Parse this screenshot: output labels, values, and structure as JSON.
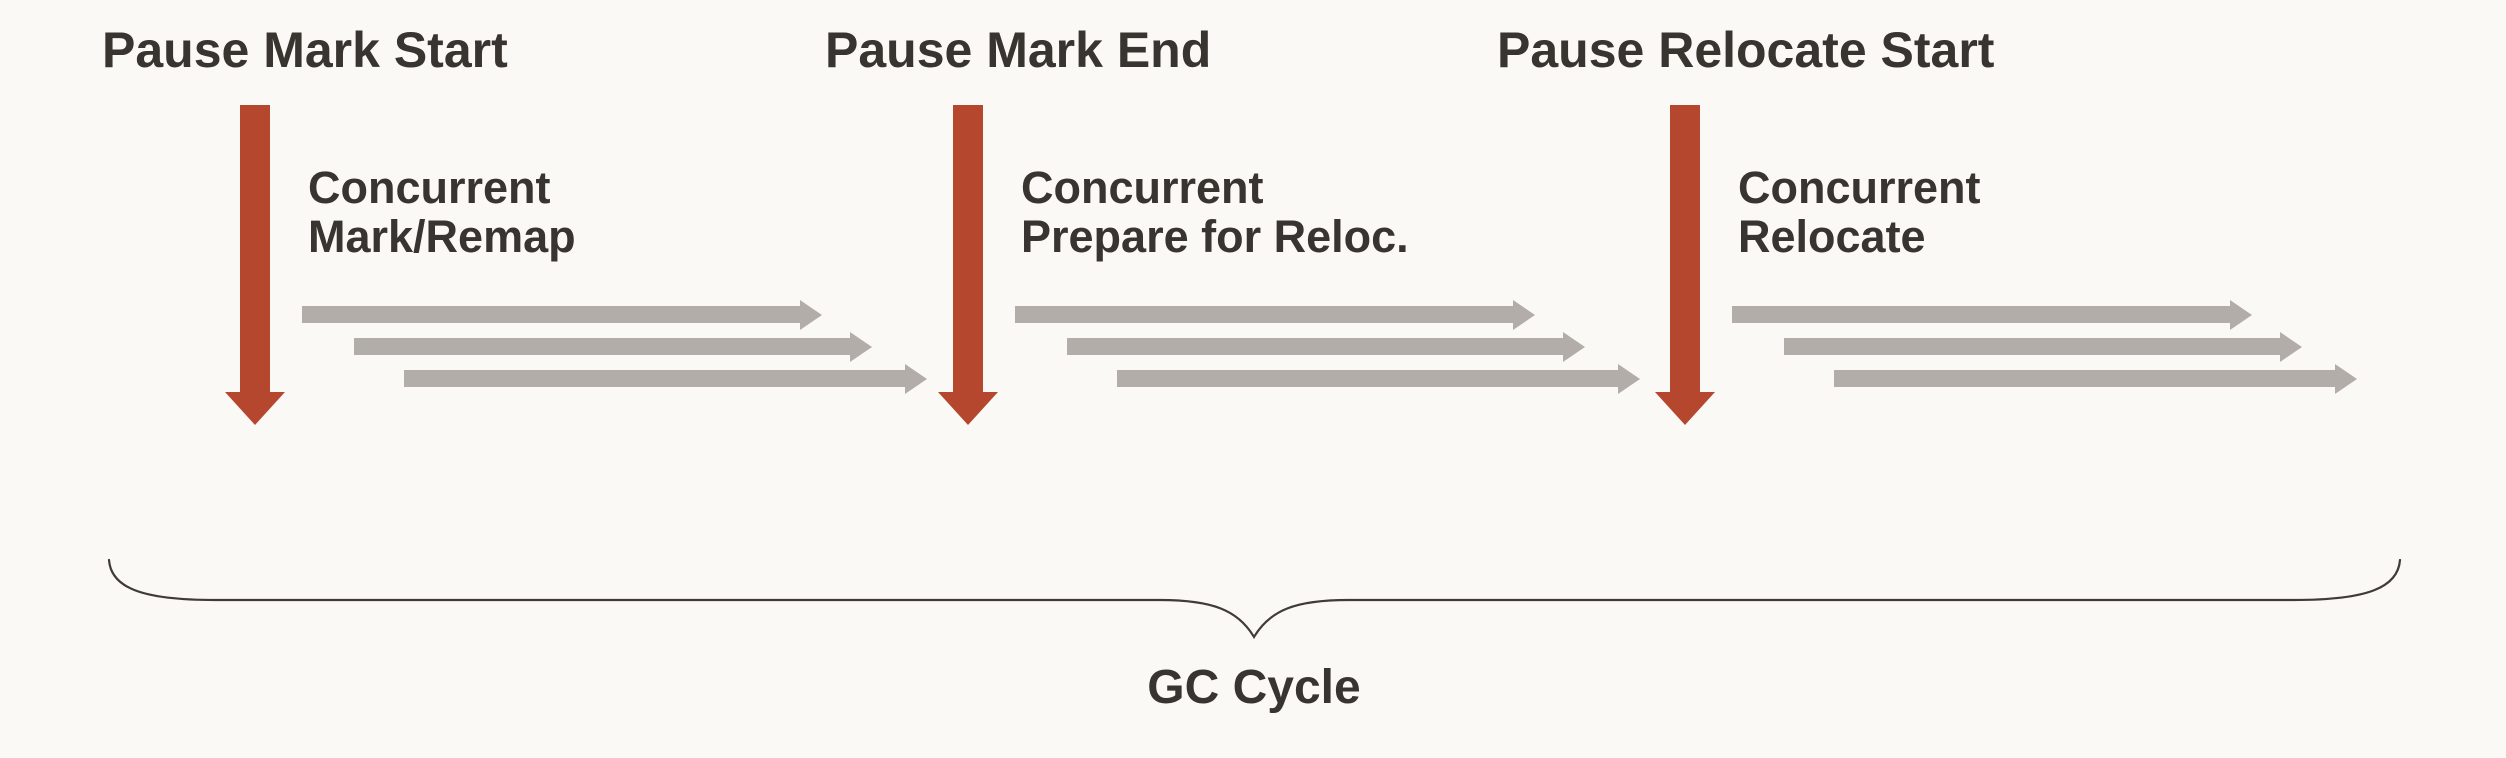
{
  "colors": {
    "background": "#fbf9f6",
    "pause_arrow_red": "#b5472f",
    "concurrent_arrow_gray": "#b3ada9",
    "text": "#38342f",
    "brace": "#3f3b38"
  },
  "sections": [
    {
      "pause_label": "Pause Mark Start",
      "concurrent_line1": "Concurrent",
      "concurrent_line2": "Mark/Remap"
    },
    {
      "pause_label": "Pause Mark End",
      "concurrent_line1": "Concurrent",
      "concurrent_line2": "Prepare for Reloc."
    },
    {
      "pause_label": "Pause Relocate Start",
      "concurrent_line1": "Concurrent",
      "concurrent_line2": "Relocate"
    }
  ],
  "brace_label": "GC Cycle"
}
